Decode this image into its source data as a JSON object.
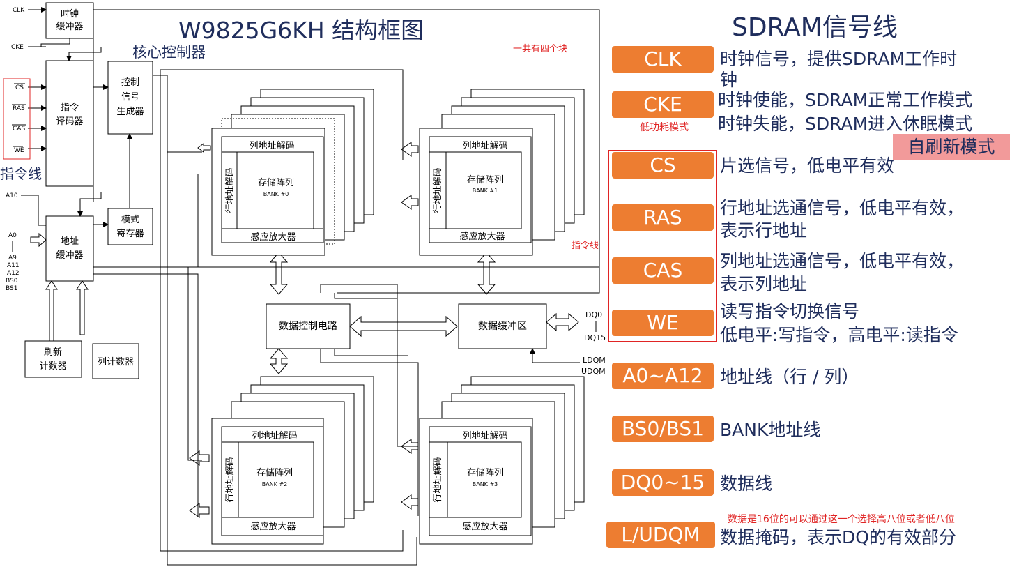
{
  "diagram": {
    "title": "W9825G6KH 结构框图",
    "core_controller": "核心控制器",
    "cmd_line_label": "指令线",
    "note_four_blocks": "一共有四个块",
    "note_cmd_line": "指令线",
    "pins": {
      "clk": "CLK",
      "cke": "CKE",
      "cs": "CS",
      "ras": "RAS",
      "cas": "CAS",
      "we": "WE",
      "a10": "A10",
      "a0": "A0",
      "a9": "A9",
      "a11": "A11",
      "a12": "A12",
      "bs0": "BS0",
      "bs1": "BS1",
      "dq0": "DQ0",
      "dq15": "DQ15",
      "ldqm": "LDQM",
      "udqm": "UDQM"
    },
    "blocks": {
      "clock_buffer": [
        "时钟",
        "缓冲器"
      ],
      "cmd_decoder": [
        "指令",
        "译码器"
      ],
      "ctrl_signal_gen": [
        "控制",
        "信号",
        "生成器"
      ],
      "mode_register": [
        "模式",
        "寄存器"
      ],
      "addr_buffer": [
        "地址",
        "缓冲器"
      ],
      "refresh_counter": [
        "刷新",
        "计数器"
      ],
      "col_counter": "列计数器",
      "data_ctrl": "数据控制电路",
      "data_buffer": "数据缓冲区"
    },
    "bank_labels": {
      "col_decoder": "列地址解码",
      "row_decoder": "行地址解码",
      "array": "存储阵列",
      "sense_amp": "感应放大器"
    },
    "banks": [
      "BANK #0",
      "BANK #1",
      "BANK #2",
      "BANK #3"
    ]
  },
  "signals": {
    "title": "SDRAM信号线",
    "self_refresh": "自刷新模式",
    "low_power": "低功耗模式",
    "datamask_note": "数据是16位的可以通过这一个选择高八位或者低八位",
    "items": [
      {
        "pin": "CLK",
        "desc": [
          "时钟信号，提供SDRAM工作时",
          "钟"
        ]
      },
      {
        "pin": "CKE",
        "desc": [
          "时钟使能，SDRAM正常工作模式",
          "时钟失能，SDRAM进入休眠模式"
        ]
      },
      {
        "pin": "CS",
        "desc": [
          "片选信号，低电平有效"
        ]
      },
      {
        "pin": "RAS",
        "desc": [
          "行地址选通信号，低电平有效，",
          "表示行地址"
        ]
      },
      {
        "pin": "CAS",
        "desc": [
          "列地址选通信号，低电平有效，",
          "表示列地址"
        ]
      },
      {
        "pin": "WE",
        "desc": [
          "读写指令切换信号",
          "低电平:写指令，高电平:读指令"
        ]
      },
      {
        "pin": "A0~A12",
        "desc": [
          "地址线（行 / 列）"
        ]
      },
      {
        "pin": "BS0/BS1",
        "desc": [
          "BANK地址线"
        ]
      },
      {
        "pin": "DQ0~15",
        "desc": [
          "数据线"
        ]
      },
      {
        "pin": "L/UDQM",
        "desc": [
          "数据掩码，表示DQ的有效部分"
        ]
      }
    ]
  },
  "colors": {
    "accent": "#ed7d31",
    "text": "#1f2d5c",
    "note": "#e02424",
    "highlight": "#f29a9a"
  }
}
